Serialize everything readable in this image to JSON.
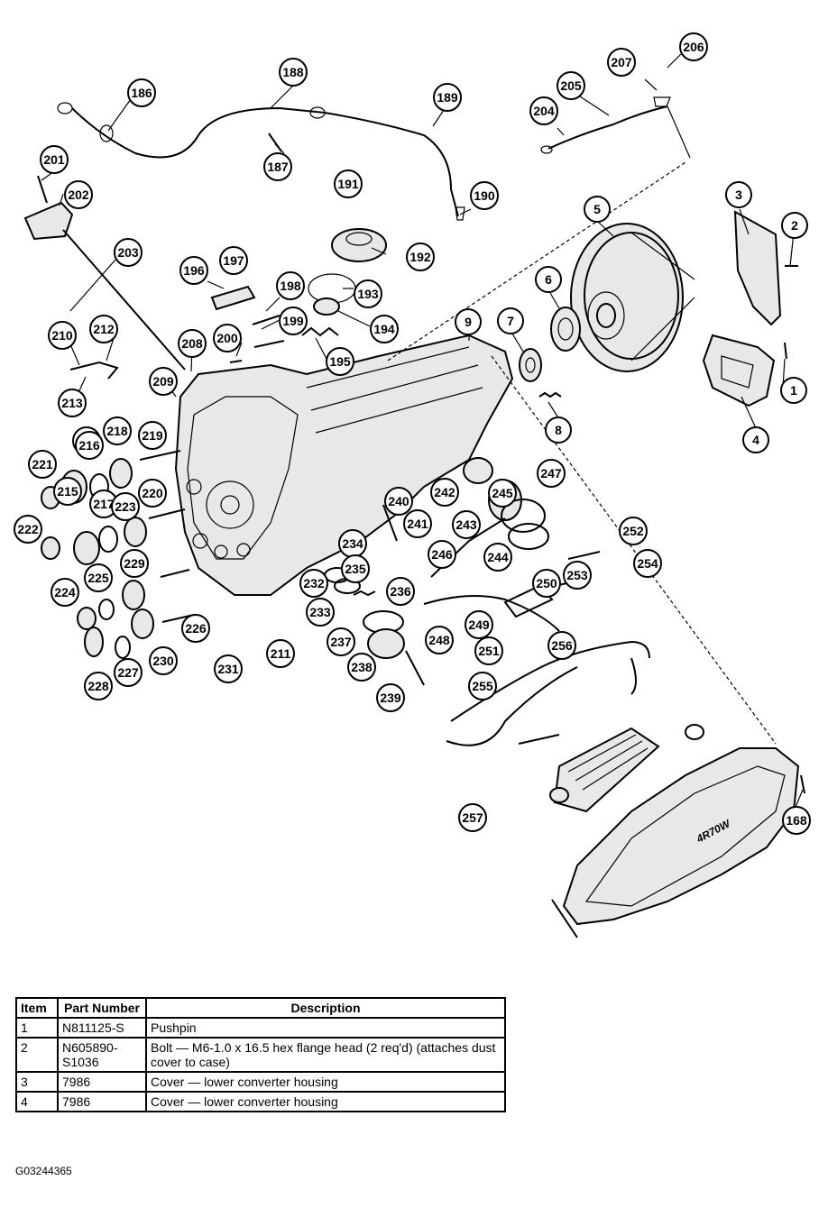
{
  "diagram": {
    "callouts": [
      "1",
      "2",
      "3",
      "4",
      "5",
      "6",
      "7",
      "8",
      "9",
      "168",
      "186",
      "187",
      "188",
      "189",
      "190",
      "191",
      "192",
      "193",
      "194",
      "195",
      "196",
      "197",
      "198",
      "199",
      "200",
      "201",
      "202",
      "203",
      "204",
      "205",
      "206",
      "207",
      "208",
      "209",
      "210",
      "211",
      "212",
      "213",
      "214",
      "215",
      "216",
      "217",
      "218",
      "219",
      "220",
      "221",
      "222",
      "223",
      "224",
      "225",
      "226",
      "227",
      "228",
      "229",
      "230",
      "231",
      "232",
      "233",
      "234",
      "235",
      "236",
      "237",
      "238",
      "239",
      "240",
      "241",
      "242",
      "243",
      "244",
      "245",
      "246",
      "247",
      "248",
      "249",
      "250",
      "251",
      "252",
      "253",
      "254",
      "255",
      "256",
      "257"
    ],
    "pan_logo_text": "4R70W"
  },
  "table": {
    "headers": {
      "item": "Item",
      "part_number": "Part Number",
      "description": "Description"
    },
    "rows": [
      {
        "item": "1",
        "part_number": "N811125-S",
        "description": "Pushpin"
      },
      {
        "item": "2",
        "part_number": "N605890-S1036",
        "description": "Bolt — M6-1.0 x 16.5 hex flange head (2 req'd) (attaches dust cover to case)"
      },
      {
        "item": "3",
        "part_number": "7986",
        "description": "Cover — lower converter housing"
      },
      {
        "item": "4",
        "part_number": "7986",
        "description": "Cover — lower converter housing"
      }
    ]
  },
  "figure_id": "G03244365"
}
